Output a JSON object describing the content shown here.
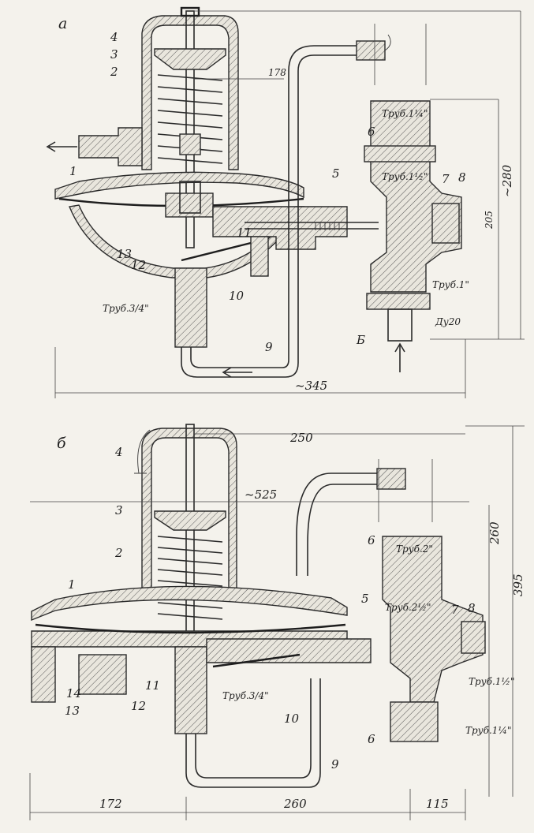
{
  "figure_a": {
    "label": "a",
    "parts": [
      "4",
      "3",
      "2",
      "1",
      "13",
      "12",
      "11",
      "10",
      "9",
      "6",
      "5",
      "7",
      "8",
      "Б"
    ],
    "pipes": [
      "Труб.1¼\"",
      "Труб.1½\"",
      "Труб.1\"",
      "Труб.3/4\"",
      "Ду20"
    ],
    "dims": [
      "178",
      "~280",
      "205",
      "~345"
    ]
  },
  "figure_b": {
    "label": "б",
    "parts": [
      "4",
      "3",
      "2",
      "1",
      "14",
      "13",
      "12",
      "11",
      "10",
      "9",
      "6",
      "6",
      "5",
      "7",
      "8"
    ],
    "pipes": [
      "Труб.2\"",
      "Труб.2½\"",
      "Труб.1½\"",
      "Труб.1¼\"",
      "Труб.3/4\""
    ],
    "dims": [
      "250",
      "~525",
      "260",
      "395",
      "172",
      "260",
      "115"
    ]
  }
}
